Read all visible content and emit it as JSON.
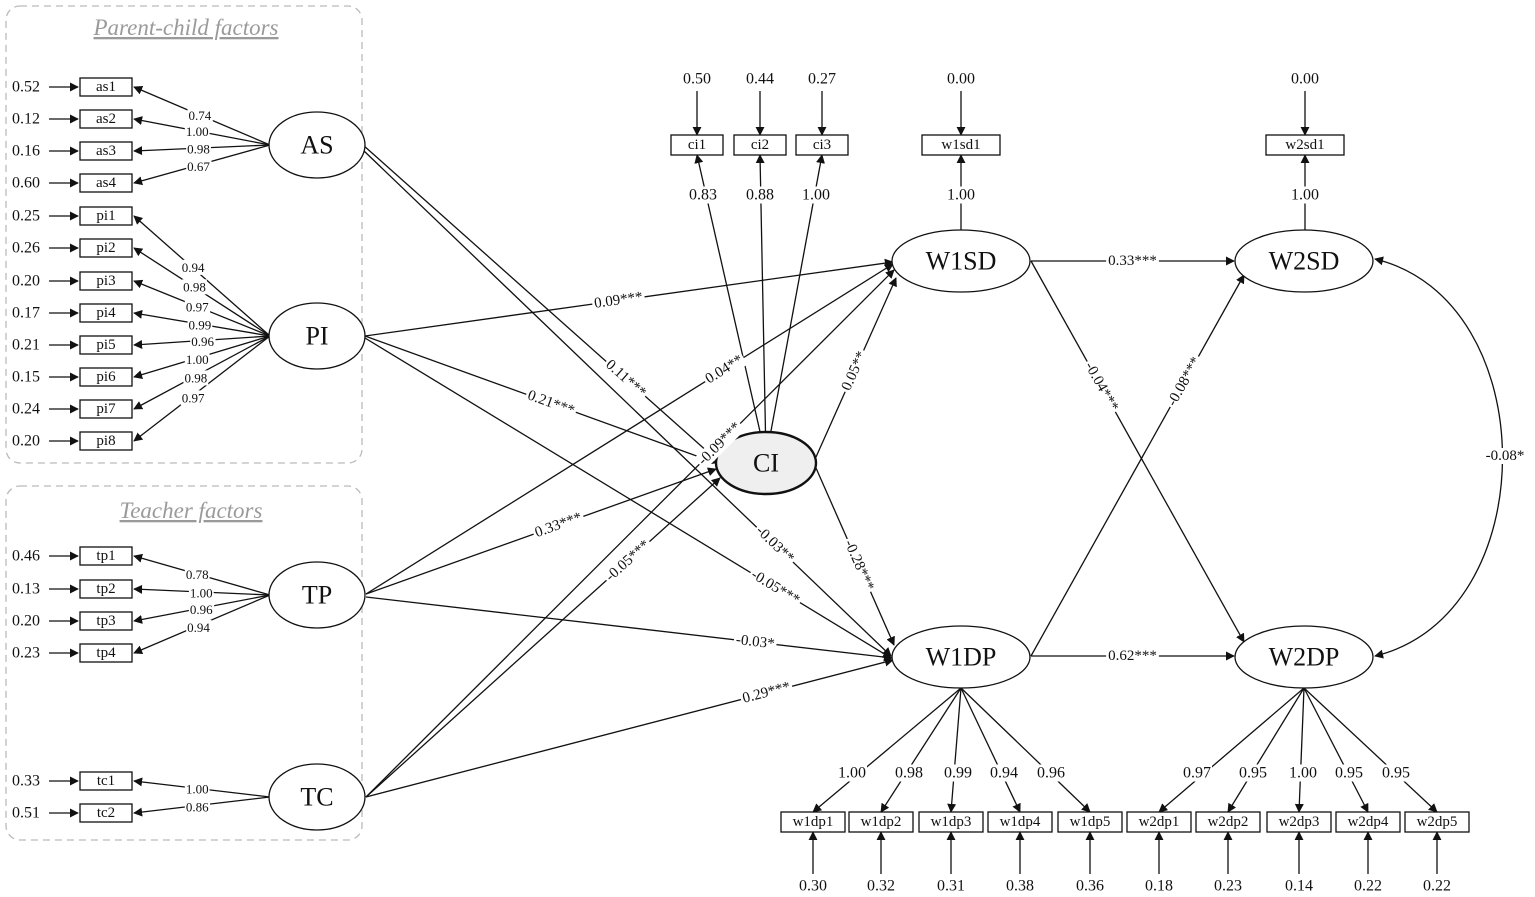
{
  "groups": {
    "parent_child": "Parent-child factors",
    "teacher": "Teacher factors"
  },
  "latents": {
    "AS": "AS",
    "PI": "PI",
    "TP": "TP",
    "TC": "TC",
    "CI": "CI",
    "W1SD": "W1SD",
    "W2SD": "W2SD",
    "W1DP": "W1DP",
    "W2DP": "W2DP"
  },
  "left_indicators": [
    {
      "id": "as1",
      "factor": "AS",
      "error": "0.52",
      "loading": "0.74"
    },
    {
      "id": "as2",
      "factor": "AS",
      "error": "0.12",
      "loading": "1.00"
    },
    {
      "id": "as3",
      "factor": "AS",
      "error": "0.16",
      "loading": "0.98"
    },
    {
      "id": "as4",
      "factor": "AS",
      "error": "0.60",
      "loading": "0.67"
    },
    {
      "id": "pi1",
      "factor": "PI",
      "error": "0.25",
      "loading": "0.94"
    },
    {
      "id": "pi2",
      "factor": "PI",
      "error": "0.26",
      "loading": "0.98"
    },
    {
      "id": "pi3",
      "factor": "PI",
      "error": "0.20",
      "loading": "0.97"
    },
    {
      "id": "pi4",
      "factor": "PI",
      "error": "0.17",
      "loading": "0.99"
    },
    {
      "id": "pi5",
      "factor": "PI",
      "error": "0.21",
      "loading": "0.96"
    },
    {
      "id": "pi6",
      "factor": "PI",
      "error": "0.15",
      "loading": "1.00"
    },
    {
      "id": "pi7",
      "factor": "PI",
      "error": "0.24",
      "loading": "0.98"
    },
    {
      "id": "pi8",
      "factor": "PI",
      "error": "0.20",
      "loading": "0.97"
    },
    {
      "id": "tp1",
      "factor": "TP",
      "error": "0.46",
      "loading": "0.78"
    },
    {
      "id": "tp2",
      "factor": "TP",
      "error": "0.13",
      "loading": "1.00"
    },
    {
      "id": "tp3",
      "factor": "TP",
      "error": "0.20",
      "loading": "0.96"
    },
    {
      "id": "tp4",
      "factor": "TP",
      "error": "0.23",
      "loading": "0.94"
    },
    {
      "id": "tc1",
      "factor": "TC",
      "error": "0.33",
      "loading": "1.00"
    },
    {
      "id": "tc2",
      "factor": "TC",
      "error": "0.51",
      "loading": "0.86"
    }
  ],
  "top_indicators": [
    {
      "id": "ci1",
      "factor": "CI",
      "error": "0.50",
      "loading": "0.83"
    },
    {
      "id": "ci2",
      "factor": "CI",
      "error": "0.44",
      "loading": "0.88"
    },
    {
      "id": "ci3",
      "factor": "CI",
      "error": "0.27",
      "loading": "1.00"
    },
    {
      "id": "w1sd1",
      "factor": "W1SD",
      "error": "0.00",
      "loading": "1.00"
    },
    {
      "id": "w2sd1",
      "factor": "W2SD",
      "error": "0.00",
      "loading": "1.00"
    }
  ],
  "bottom_indicators": [
    {
      "id": "w1dp1",
      "factor": "W1DP",
      "error": "0.30",
      "loading": "1.00"
    },
    {
      "id": "w1dp2",
      "factor": "W1DP",
      "error": "0.32",
      "loading": "0.98"
    },
    {
      "id": "w1dp3",
      "factor": "W1DP",
      "error": "0.31",
      "loading": "0.99"
    },
    {
      "id": "w1dp4",
      "factor": "W1DP",
      "error": "0.38",
      "loading": "0.94"
    },
    {
      "id": "w1dp5",
      "factor": "W1DP",
      "error": "0.36",
      "loading": "0.96"
    },
    {
      "id": "w2dp1",
      "factor": "W2DP",
      "error": "0.18",
      "loading": "0.97"
    },
    {
      "id": "w2dp2",
      "factor": "W2DP",
      "error": "0.23",
      "loading": "0.95"
    },
    {
      "id": "w2dp3",
      "factor": "W2DP",
      "error": "0.14",
      "loading": "1.00"
    },
    {
      "id": "w2dp4",
      "factor": "W2DP",
      "error": "0.22",
      "loading": "0.95"
    },
    {
      "id": "w2dp5",
      "factor": "W2DP",
      "error": "0.22",
      "loading": "0.95"
    }
  ],
  "paths": [
    {
      "from": "PI",
      "to": "W1SD",
      "label": "0.09***"
    },
    {
      "from": "AS",
      "to": "CI",
      "label": "0.11***"
    },
    {
      "from": "AS",
      "to": "W1DP",
      "label": "-0.03**"
    },
    {
      "from": "PI",
      "to": "CI",
      "label": "0.21***"
    },
    {
      "from": "PI",
      "to": "W1DP",
      "label": "-0.05***"
    },
    {
      "from": "TP",
      "to": "W1SD",
      "label": "0.04**"
    },
    {
      "from": "TP",
      "to": "CI",
      "label": "0.33***"
    },
    {
      "from": "TP",
      "to": "W1DP",
      "label": "-0.03*"
    },
    {
      "from": "TC",
      "to": "W1SD",
      "label": "-0.09***"
    },
    {
      "from": "TC",
      "to": "CI",
      "label": "-0.05***"
    },
    {
      "from": "TC",
      "to": "W1DP",
      "label": "0.29***"
    },
    {
      "from": "CI",
      "to": "W1SD",
      "label": "0.05**"
    },
    {
      "from": "CI",
      "to": "W1DP",
      "label": "-0.28***"
    },
    {
      "from": "W1SD",
      "to": "W2SD",
      "label": "0.33***"
    },
    {
      "from": "W1SD",
      "to": "W2DP",
      "label": "-0.04***"
    },
    {
      "from": "W1DP",
      "to": "W2SD",
      "label": "-0.08***"
    },
    {
      "from": "W1DP",
      "to": "W2DP",
      "label": "0.62***"
    }
  ],
  "covariance": {
    "a": "W2SD",
    "b": "W2DP",
    "label": "-0.08*"
  }
}
